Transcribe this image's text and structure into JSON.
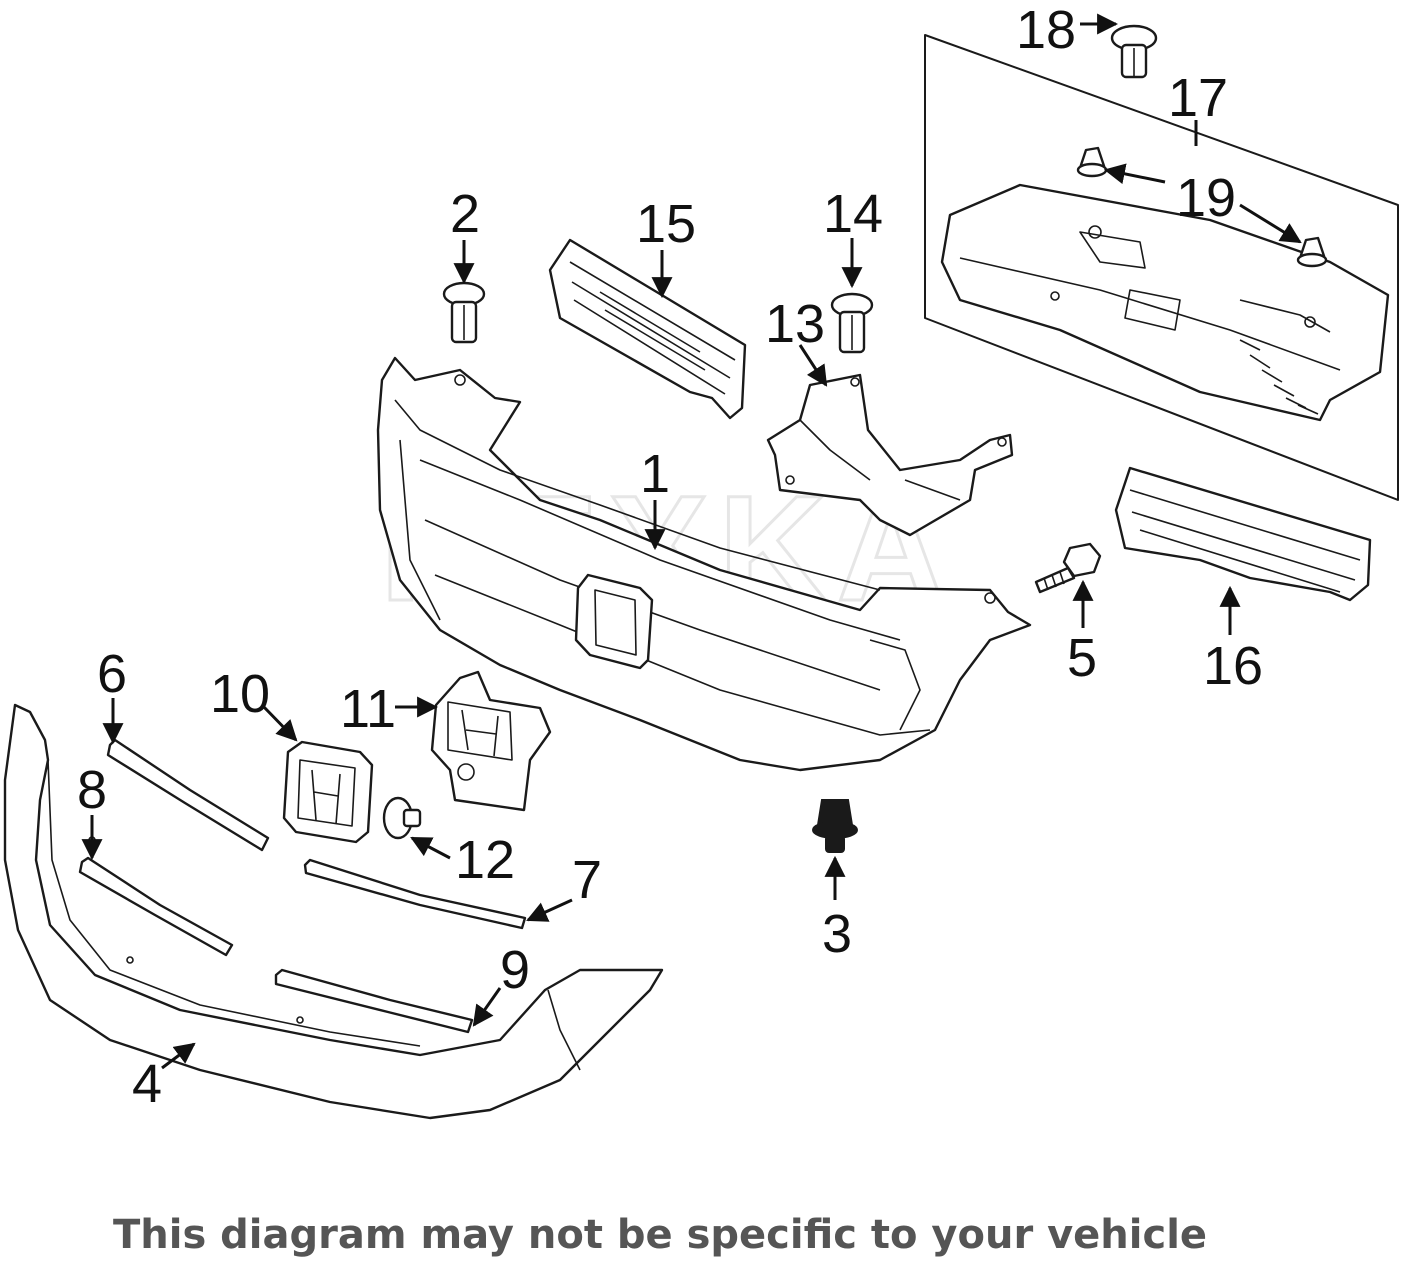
{
  "watermark": "REXKA",
  "disclaimer": "This diagram may not be specific to your vehicle",
  "callouts": [
    "1",
    "2",
    "3",
    "4",
    "5",
    "6",
    "7",
    "8",
    "9",
    "10",
    "11",
    "12",
    "13",
    "14",
    "15",
    "16",
    "17",
    "18",
    "19"
  ],
  "parts": [
    {
      "id": "grille-assembly",
      "callout": "1"
    },
    {
      "id": "clip",
      "callout": "2"
    },
    {
      "id": "clip",
      "callout": "3"
    },
    {
      "id": "lower-bumper-trim",
      "callout": "4"
    },
    {
      "id": "bolt",
      "callout": "5"
    },
    {
      "id": "molding-upper",
      "callout": "6"
    },
    {
      "id": "molding",
      "callout": "7"
    },
    {
      "id": "molding-lower",
      "callout": "8"
    },
    {
      "id": "molding",
      "callout": "9"
    },
    {
      "id": "emblem",
      "callout": "10"
    },
    {
      "id": "emblem-base",
      "callout": "11"
    },
    {
      "id": "nut",
      "callout": "12"
    },
    {
      "id": "bracket",
      "callout": "13"
    },
    {
      "id": "clip",
      "callout": "14"
    },
    {
      "id": "air-guide-upper",
      "callout": "15"
    },
    {
      "id": "air-guide-lower",
      "callout": "16"
    },
    {
      "id": "radiator-cover",
      "callout": "17"
    },
    {
      "id": "clip",
      "callout": "18"
    },
    {
      "id": "clip",
      "callout": "19"
    }
  ]
}
